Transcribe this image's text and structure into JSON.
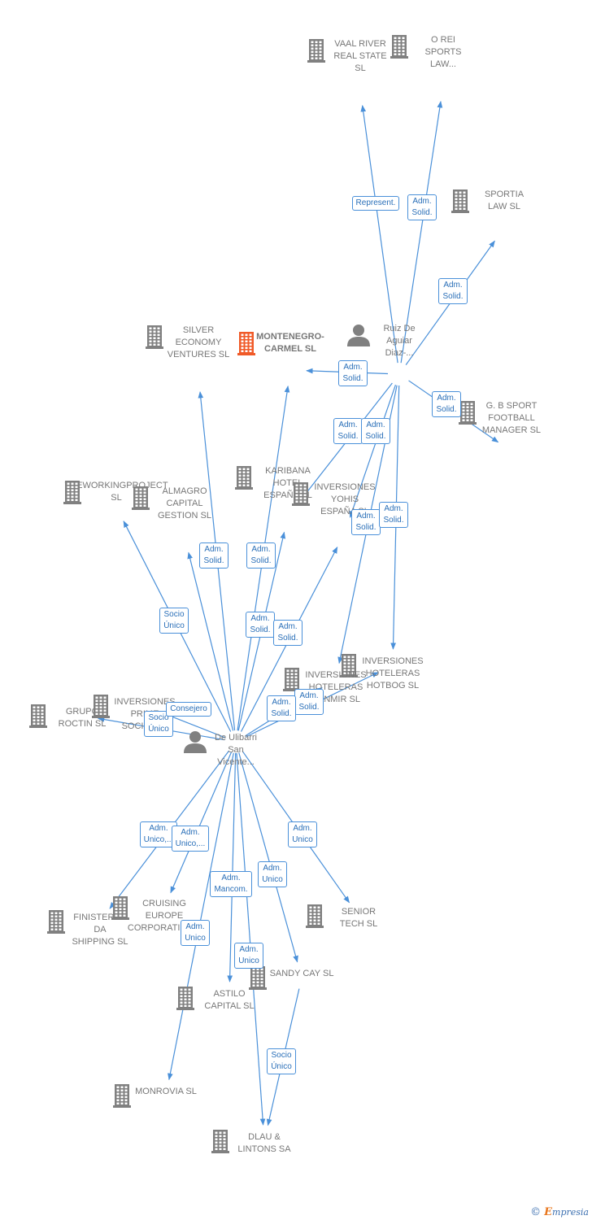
{
  "colors": {
    "edge": "#4a90d9",
    "company": "#808080",
    "focus_company": "#f05a28",
    "person": "#808080",
    "badge_text": "#2a6fb8"
  },
  "nodes": [
    {
      "id": "vaal",
      "type": "company",
      "lines": [
        "VAAL RIVER",
        "REAL STATE",
        "SL"
      ]
    },
    {
      "id": "orei",
      "type": "company",
      "lines": [
        "O REI",
        "SPORTS",
        "LAW..."
      ]
    },
    {
      "id": "sportia",
      "type": "company",
      "lines": [
        "SPORTIA",
        "LAW SL"
      ]
    },
    {
      "id": "ruiz",
      "type": "person",
      "lines": [
        "Ruiz De",
        "Aguiar",
        "Diaz-..."
      ]
    },
    {
      "id": "silver",
      "type": "company",
      "lines": [
        "SILVER",
        "ECONOMY",
        "VENTURES  SL"
      ]
    },
    {
      "id": "monte",
      "type": "focus",
      "lines": [
        "MONTENEGRO-",
        "CARMEL  SL"
      ]
    },
    {
      "id": "gbsport",
      "type": "company",
      "lines": [
        "G.  B SPORT",
        "FOOTBALL",
        "MANAGER  SL"
      ]
    },
    {
      "id": "twp",
      "type": "company",
      "lines": [
        "THEWORKINGPROJECT SL"
      ]
    },
    {
      "id": "almagro",
      "type": "company",
      "lines": [
        "ALMAGRO",
        "CAPITAL",
        "GESTION  SL"
      ]
    },
    {
      "id": "karibana",
      "type": "company",
      "lines": [
        "KARIBANA",
        "HOTEL",
        "ESPAÑA  SL"
      ]
    },
    {
      "id": "yohis",
      "type": "company",
      "lines": [
        "INVERSIONES",
        "YOHIS",
        "ESPAÑA  SL"
      ]
    },
    {
      "id": "hotbog",
      "type": "company",
      "lines": [
        "INVERSIONES",
        "HOTELERAS",
        "HOTBOG  SL"
      ]
    },
    {
      "id": "hanmir",
      "type": "company",
      "lines": [
        "INVERSIONES",
        "HOTELERAS",
        "HANMIR  SL"
      ]
    },
    {
      "id": "grupo",
      "type": "company",
      "lines": [
        "GRUPO",
        "ROCTIN  SL"
      ]
    },
    {
      "id": "prime",
      "type": "company",
      "lines": [
        "INVERSIONES",
        "PRIME",
        "SOCIMI SA"
      ]
    },
    {
      "id": "ulibarri",
      "type": "person",
      "lines": [
        "De Ulibarri",
        "San",
        "Vicente..."
      ]
    },
    {
      "id": "finisterre",
      "type": "company",
      "lines": [
        "FINISTERRE",
        "DA",
        "SHIPPING  SL"
      ]
    },
    {
      "id": "cruising",
      "type": "company",
      "lines": [
        "CRUISING",
        "EUROPE",
        "CORPORATION..."
      ]
    },
    {
      "id": "senior",
      "type": "company",
      "lines": [
        "SENIOR",
        "TECH  SL"
      ]
    },
    {
      "id": "sandy",
      "type": "company",
      "lines": [
        "SANDY CAY  SL"
      ]
    },
    {
      "id": "astilo",
      "type": "company",
      "lines": [
        "ASTILO",
        "CAPITAL  SL"
      ]
    },
    {
      "id": "monrovia",
      "type": "company",
      "lines": [
        "MONROVIA SL"
      ]
    },
    {
      "id": "dlau",
      "type": "company",
      "lines": [
        "DLAU &",
        "LINTONS SA"
      ]
    }
  ],
  "edges": [
    {
      "from": "ruiz",
      "to": "vaal",
      "label": "Represent."
    },
    {
      "from": "ruiz",
      "to": "orei",
      "label": "Adm.\nSolid."
    },
    {
      "from": "ruiz",
      "to": "sportia",
      "label": "Adm.\nSolid."
    },
    {
      "from": "ruiz",
      "to": "monte",
      "label": "Adm.\nSolid."
    },
    {
      "from": "ruiz",
      "to": "gbsport",
      "label": "Adm.\nSolid."
    },
    {
      "from": "ruiz",
      "to": "karibana",
      "label": "Adm.\nSolid."
    },
    {
      "from": "ruiz",
      "to": "yohis",
      "label": "Adm.\nSolid."
    },
    {
      "from": "ruiz",
      "to": "hanmir",
      "label": "Adm.\nSolid."
    },
    {
      "from": "ruiz",
      "to": "hotbog",
      "label": "Adm.\nSolid."
    },
    {
      "from": "ulibarri",
      "to": "silver",
      "label": ""
    },
    {
      "from": "ulibarri",
      "to": "monte",
      "label": "Adm.\nSolid."
    },
    {
      "from": "ulibarri",
      "to": "twp",
      "label": "Socio\nÚnico"
    },
    {
      "from": "ulibarri",
      "to": "almagro",
      "label": "Adm.\nSolid."
    },
    {
      "from": "ulibarri",
      "to": "karibana",
      "label": "Adm.\nSolid."
    },
    {
      "from": "ulibarri",
      "to": "yohis",
      "label": "Adm.\nSolid."
    },
    {
      "from": "ulibarri",
      "to": "hanmir",
      "label": "Adm.\nSolid."
    },
    {
      "from": "ulibarri",
      "to": "hotbog",
      "label": "Adm.\nSolid."
    },
    {
      "from": "ulibarri",
      "to": "grupo",
      "label": "Socio\nÚnico"
    },
    {
      "from": "ulibarri",
      "to": "prime",
      "label": "Consejero"
    },
    {
      "from": "ulibarri",
      "to": "finisterre",
      "label": "Adm.\nUnico,..."
    },
    {
      "from": "ulibarri",
      "to": "cruising",
      "label": "Adm.\nUnico,..."
    },
    {
      "from": "ulibarri",
      "to": "senior",
      "label": "Adm.\nUnico"
    },
    {
      "from": "ulibarri",
      "to": "sandy",
      "label": "Adm.\nUnico"
    },
    {
      "from": "ulibarri",
      "to": "astilo",
      "label": "Adm.\nMancom."
    },
    {
      "from": "ulibarri",
      "to": "monrovia",
      "label": "Adm.\nUnico"
    },
    {
      "from": "ulibarri",
      "to": "dlau",
      "label": "Adm.\nUnico"
    },
    {
      "from": "sandy",
      "to": "dlau",
      "label": "Socio\nÚnico"
    }
  ],
  "footer": {
    "copyright": "©",
    "brand_initial": "E",
    "brand_rest": "mpresia"
  }
}
